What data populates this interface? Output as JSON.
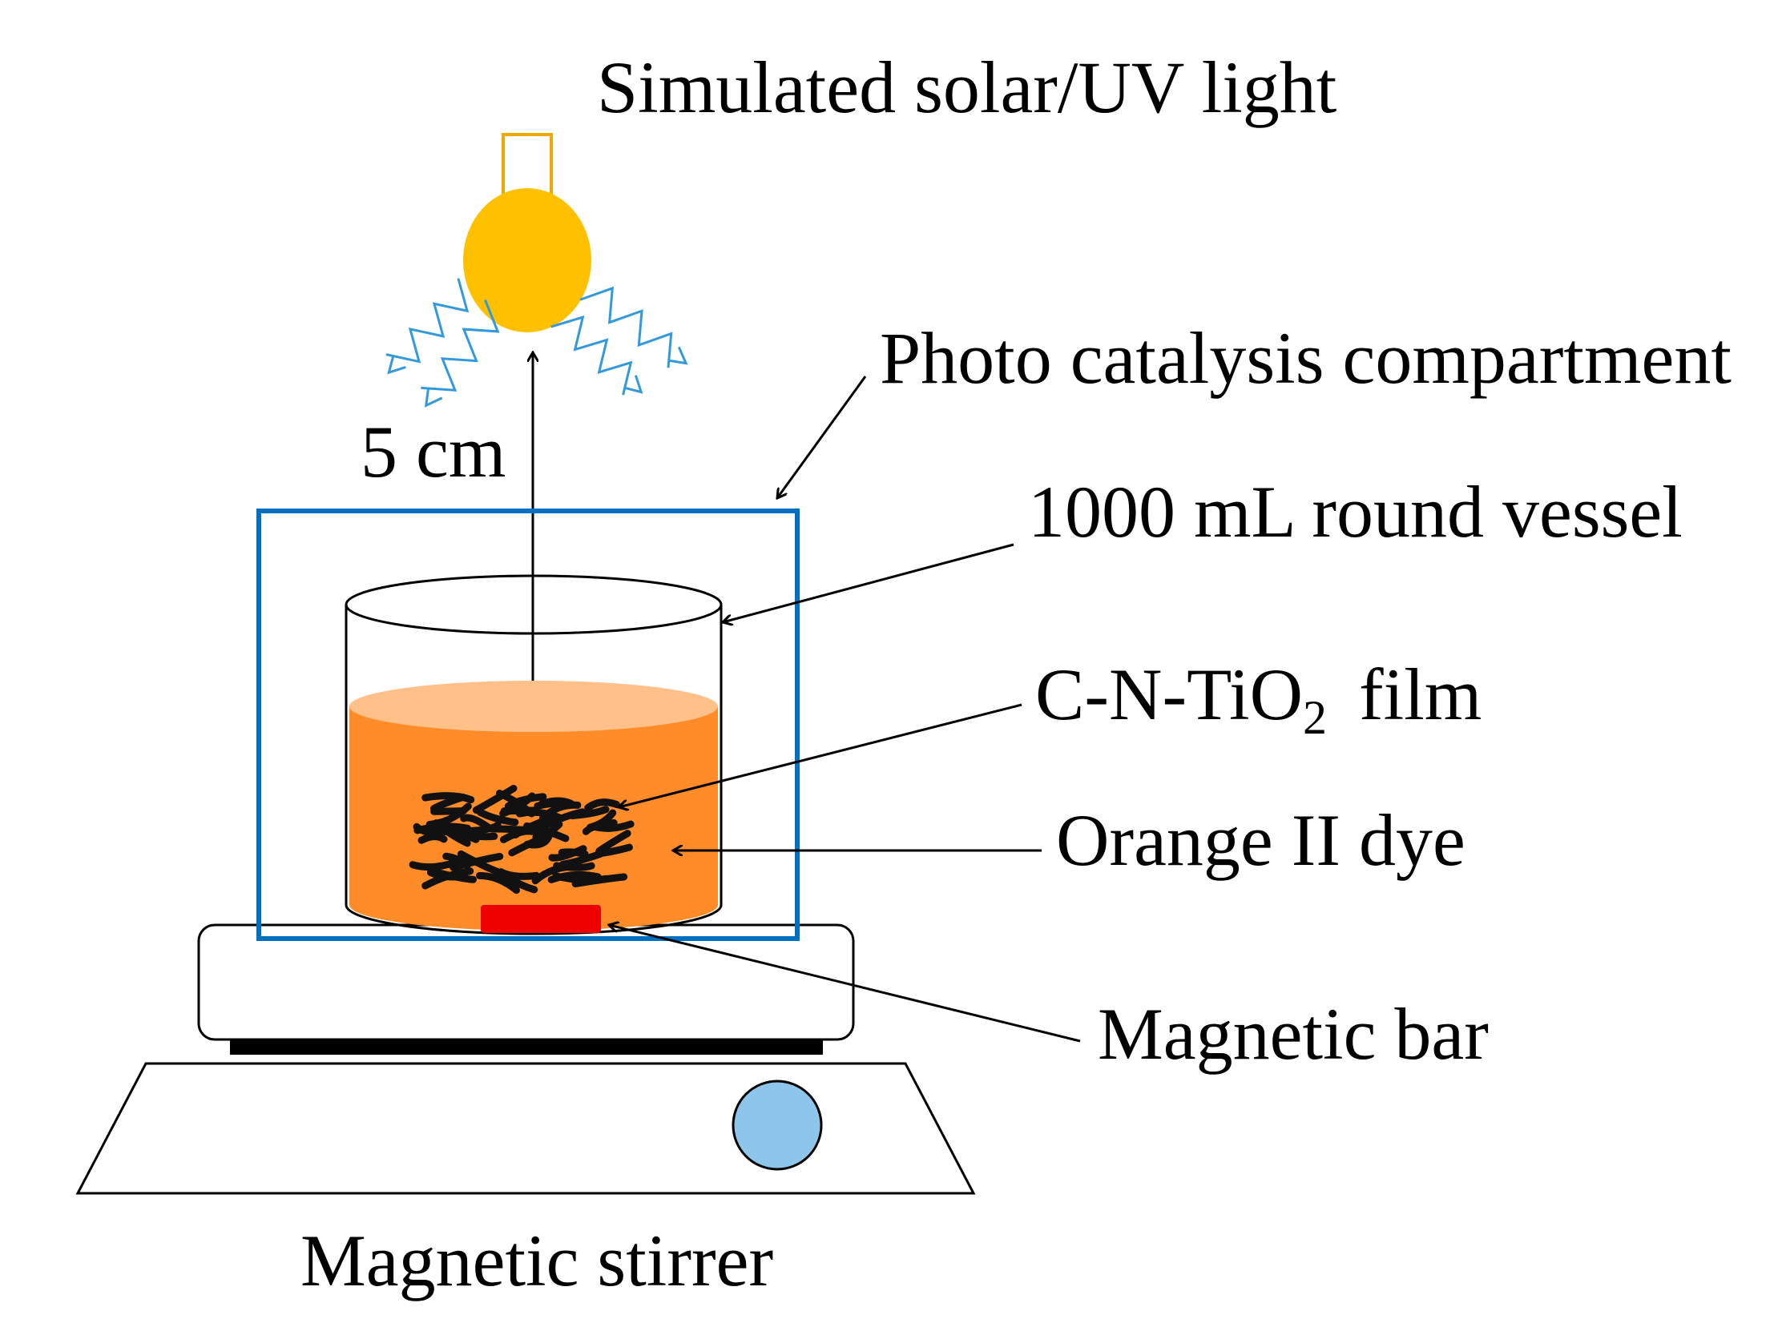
{
  "labels": {
    "light": "Simulated solar/UV light",
    "compartment": "Photo catalysis compartment",
    "vessel": "1000 mL round vessel",
    "film_main": "C-N-TiO",
    "film_sub": "2",
    "film_suffix": "film",
    "dye": "Orange II dye",
    "bar": "Magnetic bar",
    "stirrer": "Magnetic stirrer",
    "distance": "5 cm"
  },
  "colors": {
    "bulb": "#FFC000",
    "ray_outline": "#3399DD",
    "ray_fill_yellow": "#FFFF33",
    "ray_fill_orange": "#F5A623",
    "compartment_border": "#0070C0",
    "dye": "#FF8C28",
    "dye_surface": "#FFC08A",
    "film": "#111111",
    "magnetic_bar": "#EE0000",
    "knob": "#8EC5EA"
  },
  "icons": {
    "bulb": "light-bulb-icon",
    "knob": "control-knob-icon"
  }
}
